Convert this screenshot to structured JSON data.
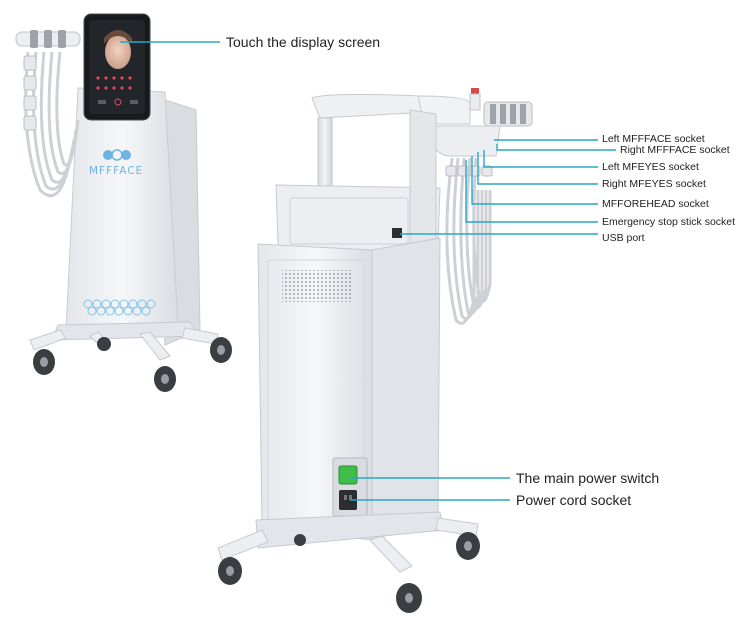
{
  "brand": {
    "logo_text": "MFFFACE",
    "accent_color": "#2aa6c4",
    "logo_color": "#6fb3e2"
  },
  "callouts": {
    "display_screen": "Touch the display screen",
    "left_mfface": "Left MFFFACE socket",
    "right_mfface": "Right MFFFACE socket",
    "left_mfeyes": "Left MFEYES socket",
    "right_mfeyes": "Right MFEYES socket",
    "mfforehead": "MFFOREHEAD socket",
    "emergency_stop": "Emergency stop stick socket",
    "usb_port": "USB port",
    "main_power": "The main power switch",
    "power_cord": "Power cord socket"
  },
  "colors": {
    "leader_line": "#2aa6c4",
    "body_light": "#f4f5f7",
    "body_shade": "#dfe2e6",
    "edge": "#c9ccd1",
    "wheel": "#3a3d42",
    "switch_green": "#3fbf4a"
  }
}
